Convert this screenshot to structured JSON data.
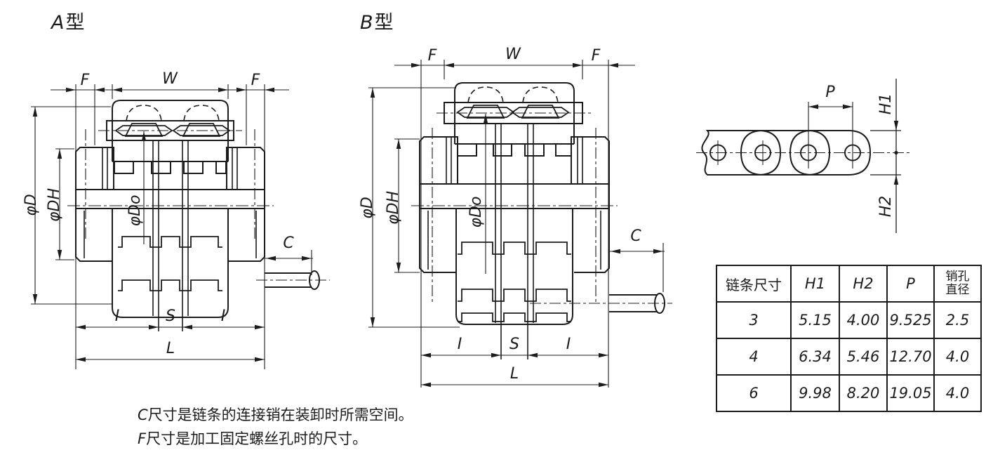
{
  "titles": {
    "type_a_prefix": "A",
    "type_a_suffix": "型",
    "type_b_prefix": "B",
    "type_b_suffix": "型"
  },
  "dims": {
    "F": "F",
    "W": "W",
    "phi_d": "φD",
    "phi_dh": "φDH",
    "phi_do": "φDo",
    "C": "C",
    "I": "I",
    "S": "S",
    "L": "L",
    "P": "P",
    "H1": "H1",
    "H2": "H2"
  },
  "table": {
    "headers": {
      "chain_size": "链条尺寸",
      "h1": "H1",
      "h2": "H2",
      "p": "P",
      "pin_hole": "销孔直径"
    },
    "rows": [
      {
        "chain_size": "3",
        "h1": "5.15",
        "h2": "4.00",
        "p": "9.525",
        "pin_hole": "2.5"
      },
      {
        "chain_size": "4",
        "h1": "6.34",
        "h2": "5.46",
        "p": "12.70",
        "pin_hole": "4.0"
      },
      {
        "chain_size": "6",
        "h1": "9.98",
        "h2": "8.20",
        "p": "19.05",
        "pin_hole": "4.0"
      }
    ]
  },
  "notes": [
    {
      "prefix": "C",
      "text": "尺寸是链条的连接销在装卸时所需空间。"
    },
    {
      "prefix": "F",
      "text": "尺寸是加工固定螺丝孔时的尺寸。"
    }
  ]
}
